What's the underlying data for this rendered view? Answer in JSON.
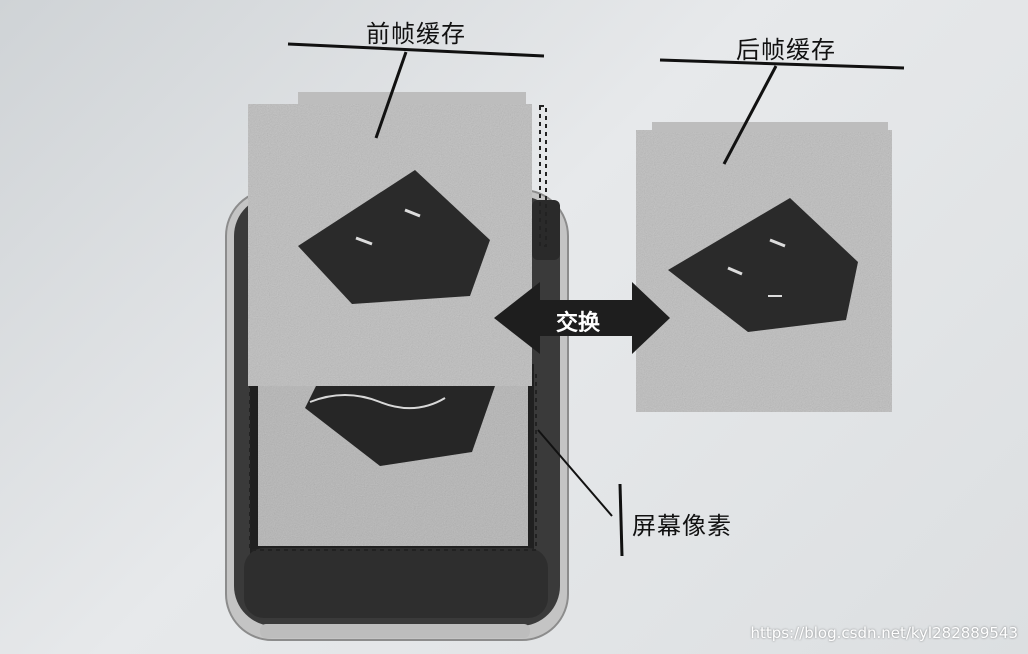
{
  "labels": {
    "front_buffer": "前帧缓存",
    "back_buffer": "后帧缓存",
    "swap": "交换",
    "screen_pixels": "屏幕像素"
  },
  "watermark": "https://blog.csdn.net/kyl282889543",
  "colors": {
    "paper": "#e3e5e7",
    "buffer_fill": "#b9b9b9",
    "shape_dark": "#2a2a2a",
    "phone_body": "#3a3a3a",
    "phone_rim": "#c8c8c8",
    "line": "#111111"
  }
}
